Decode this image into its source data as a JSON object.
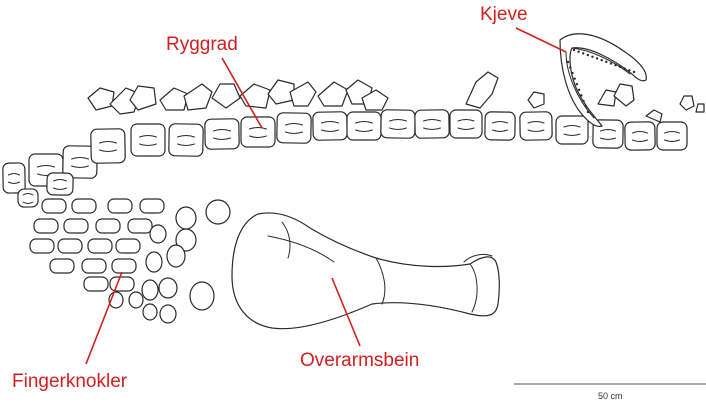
{
  "colors": {
    "label": "#d21f1f",
    "bone_outline": "#2a2a2a",
    "background": "#ffffff"
  },
  "labels": {
    "spine": "Ryggrad",
    "jaw": "Kjeve",
    "finger_bones": "Fingerknokler",
    "upper_arm": "Overarmsbein"
  },
  "scale_bar": {
    "text": "50 cm"
  }
}
